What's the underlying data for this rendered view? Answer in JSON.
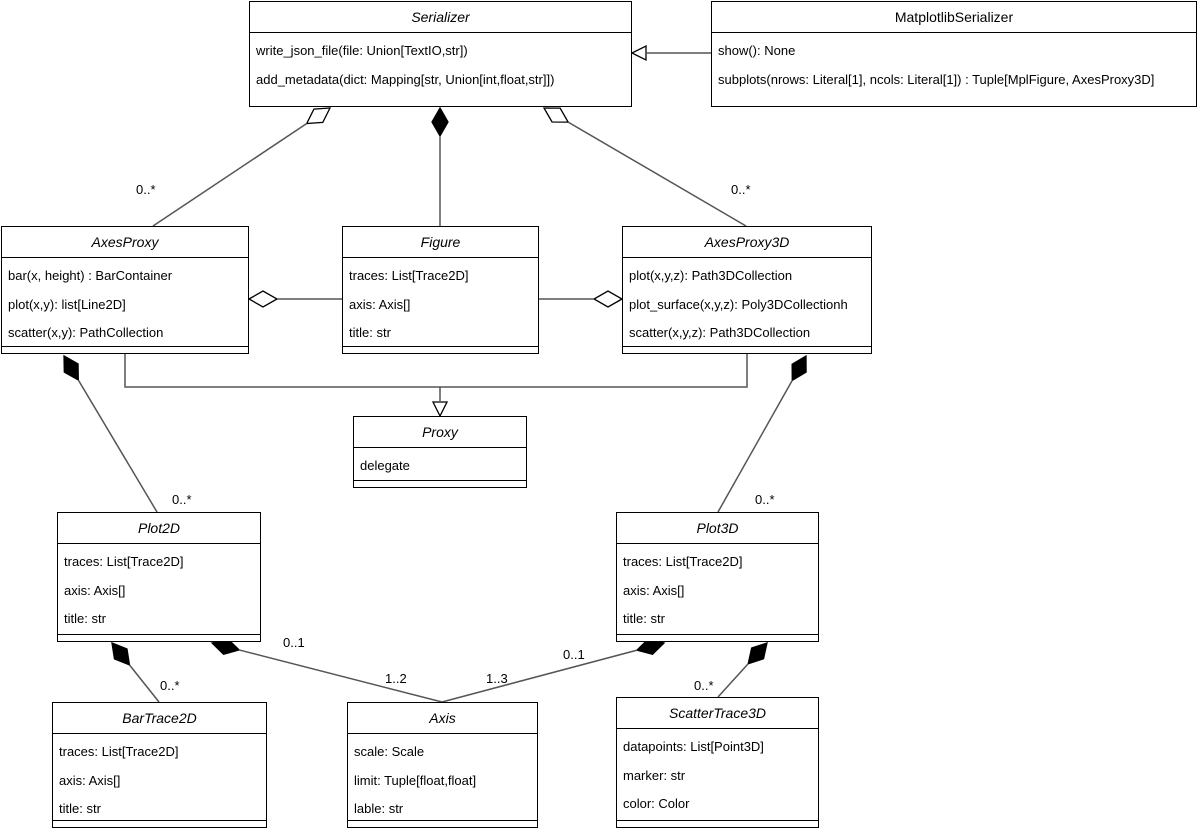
{
  "classes": {
    "serializer": {
      "name": "Serializer",
      "members": [
        "write_json_file(file: Union[TextIO,str])",
        "add_metadata(dict: Mapping[str, Union[int,float,str]])"
      ]
    },
    "matplotlib_serializer": {
      "name": "MatplotlibSerializer",
      "members": [
        "show(): None",
        "subplots(nrows: Literal[1], ncols: Literal[1]) : Tuple[MplFigure, AxesProxy3D]"
      ]
    },
    "axes_proxy": {
      "name": "AxesProxy",
      "members": [
        "bar(x, height) : BarContainer",
        "plot(x,y): list[Line2D]",
        "scatter(x,y): PathCollection"
      ]
    },
    "figure": {
      "name": "Figure",
      "members": [
        "traces: List[Trace2D]",
        "axis: Axis[]",
        "title: str"
      ]
    },
    "axes_proxy_3d": {
      "name": "AxesProxy3D",
      "members": [
        "plot(x,y,z): Path3DCollection",
        "plot_surface(x,y,z): Poly3DCollectionh",
        "scatter(x,y,z): Path3DCollection"
      ]
    },
    "proxy": {
      "name": "Proxy",
      "members": [
        "delegate"
      ]
    },
    "plot2d": {
      "name": "Plot2D",
      "members": [
        "traces: List[Trace2D]",
        "axis: Axis[]",
        "title: str"
      ]
    },
    "plot3d": {
      "name": "Plot3D",
      "members": [
        "traces: List[Trace2D]",
        "axis: Axis[]",
        "title: str"
      ]
    },
    "bar_trace_2d": {
      "name": "BarTrace2D",
      "members": [
        "traces: List[Trace2D]",
        "axis: Axis[]",
        "title: str"
      ]
    },
    "axis": {
      "name": "Axis",
      "members": [
        "scale: Scale",
        "limit: Tuple[float,float]",
        "lable: str"
      ]
    },
    "scatter_trace_3d": {
      "name": "ScatterTrace3D",
      "members": [
        "datapoints: List[Point3D]",
        "marker: str",
        "color: Color"
      ]
    }
  },
  "multiplicities": {
    "serializer_axesproxy": "0..*",
    "serializer_axesproxy3d": "0..*",
    "axesproxy_plot2d": "0..*",
    "axesproxy3d_plot3d": "0..*",
    "plot2d_bartrace": "0..*",
    "plot2d_axis_near_plot": "0..1",
    "plot2d_axis_near_axis": "1..2",
    "plot3d_axis_near_axis": "1..3",
    "plot3d_axis_near_plot": "0..1",
    "plot3d_scatter": "0..*"
  },
  "colors": {
    "line": "#555555",
    "border": "#000000",
    "fill": "#ffffff"
  }
}
